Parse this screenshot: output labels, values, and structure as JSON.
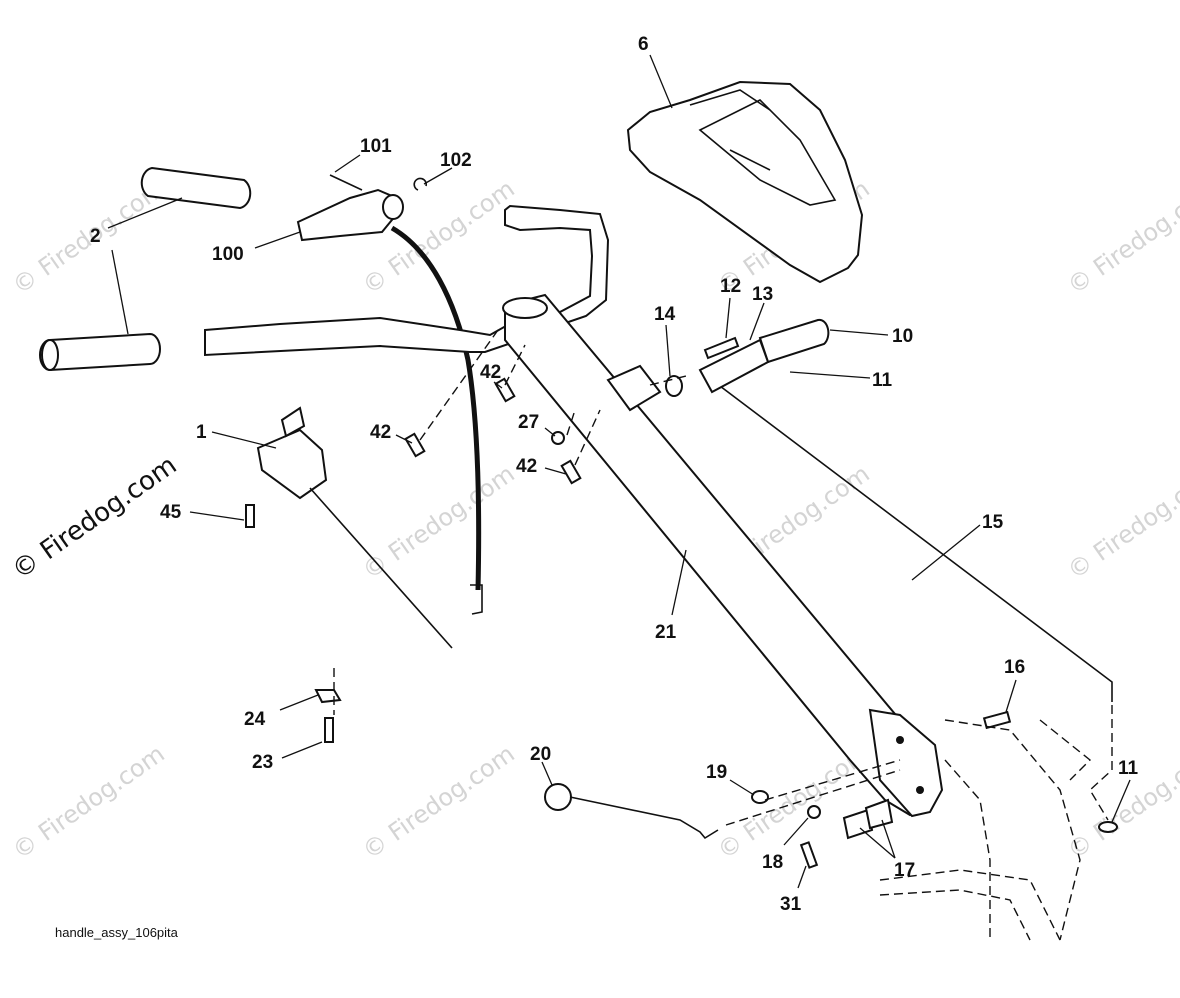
{
  "diagram": {
    "watermark_text": "© Firedog.com",
    "caption": "handle_assy_106pita",
    "callouts": {
      "c1": "1",
      "c2": "2",
      "c6": "6",
      "c10": "10",
      "c11a": "11",
      "c11b": "11",
      "c12": "12",
      "c13": "13",
      "c14": "14",
      "c15": "15",
      "c16": "16",
      "c17": "17",
      "c18": "18",
      "c19": "19",
      "c20": "20",
      "c21": "21",
      "c23": "23",
      "c24": "24",
      "c27": "27",
      "c31": "31",
      "c42a": "42",
      "c42b": "42",
      "c42c": "42",
      "c45": "45",
      "c100": "100",
      "c101": "101",
      "c102": "102"
    }
  }
}
